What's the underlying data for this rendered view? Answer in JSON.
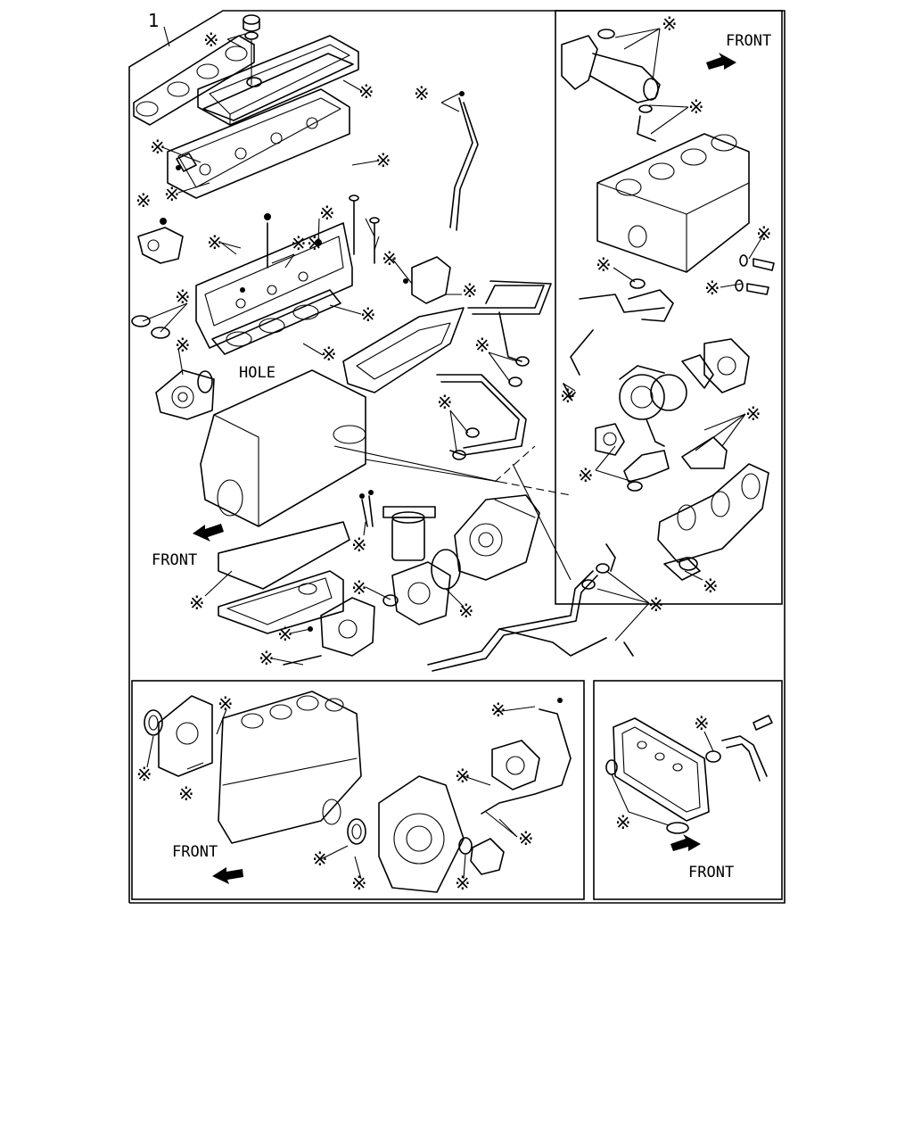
{
  "diagram": {
    "item_number": "1",
    "asterisk_symbol": "※",
    "labels": {
      "front": "FRONT",
      "hole": "HOLE"
    }
  }
}
